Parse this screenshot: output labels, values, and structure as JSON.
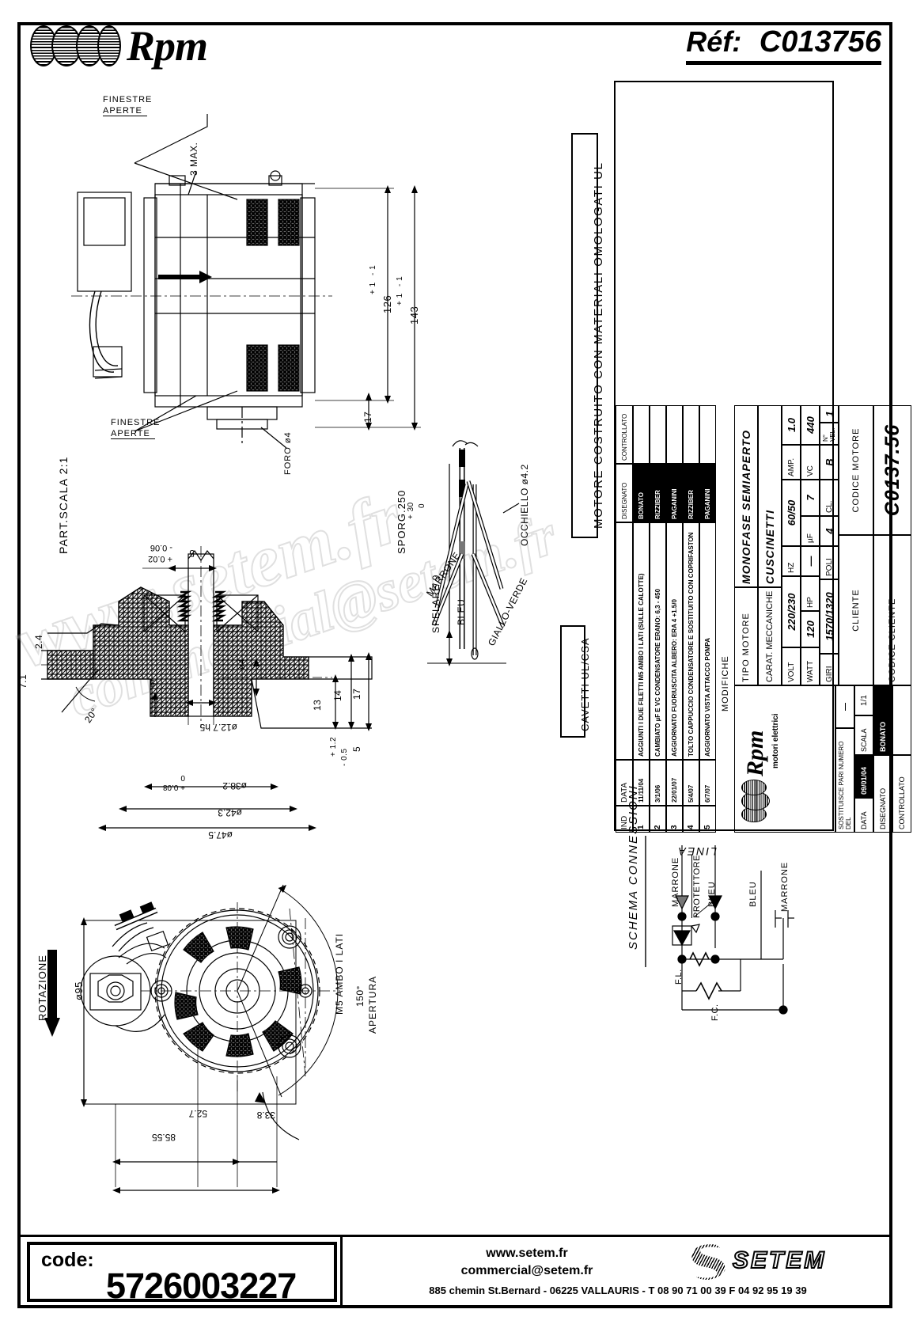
{
  "header": {
    "logo_text": "Rpm",
    "ref_label": "Réf:",
    "ref_value": "C013756"
  },
  "banner": {
    "text": "MOTORE COSTRUITO CON MATERIALI OMOLOGATI UL"
  },
  "cavetti": {
    "text": "CAVETTI UL/CSA"
  },
  "schema": {
    "title": "SCHEMA CONNESSIONI",
    "linea": "LINEA",
    "marrone_1": "MARRONE",
    "protettore": "PROTETTORE",
    "bleu_1": "BLEU",
    "bleu_2": "BLEU",
    "marrone_2": "MARRONE",
    "fl": "F.L.",
    "fc": "F.C."
  },
  "titleblock": {
    "revisions_header": {
      "ind": "IND",
      "data": "DATA",
      "disegnato": "DISEGNATO",
      "controllato": "CONTROLLATO"
    },
    "revisions": [
      {
        "ind": "5",
        "data": "6/7/07",
        "desc": "AGGIORNATO VISTA ATTACCO POMPA",
        "disegnato": "PAGANINI",
        "controllato": ""
      },
      {
        "ind": "4",
        "data": "5/4/07",
        "desc": "TOLTO CAPPUCCIO CONDENSATORE E SOSTITUITO CON COPRIFASTON",
        "disegnato": "RIZZIBER",
        "controllato": ""
      },
      {
        "ind": "3",
        "data": "22/01/07",
        "desc": "AGGIORNATO FUORIUSCITA ALBERO: ERA 4 +1.5/0",
        "disegnato": "PAGANINI",
        "controllato": ""
      },
      {
        "ind": "2",
        "data": "3/1/06",
        "desc": "CAMBIATO µF E VC CONDENSATORE ERANO: 6,3 - 450",
        "disegnato": "RIZZIBER",
        "controllato": ""
      },
      {
        "ind": "1",
        "data": "11/11/04",
        "desc": "AGGIUNTI I DUE FILETTI M5 AMBO I LATI (SULLE CALOTTE)",
        "disegnato": "BONATO",
        "controllato": ""
      }
    ],
    "modifiche_label": "MODIFICHE",
    "tipo_motore_label": "TIPO MOTORE",
    "tipo_motore_value": "MONOFASE SEMIAPERTO",
    "carat_label": "CARAT. MECCANICHE",
    "carat_value": "CUSCINETTI",
    "specs": [
      {
        "label": "VOLT",
        "value": "220/230",
        "label2": "HZ",
        "value2": "60/50",
        "label3": "AMP.",
        "value3": "1.0"
      },
      {
        "label": "WATT",
        "value": "120",
        "label2": "HP",
        "value2": "—",
        "label3": "µF",
        "value3": "7",
        "label4": "VC",
        "value4": "440"
      },
      {
        "label": "GIRI",
        "value": "1570/1320",
        "label2": "POLI",
        "value2": "4",
        "label3": "CL.",
        "value3": "B",
        "label4": "N° VEL.",
        "value4": "1"
      }
    ],
    "cliente_label": "CLIENTE",
    "codice_motore_label": "CODICE MOTORE",
    "codice_motore_value": "C0137.56",
    "codice_cliente_label": "CODICE CLIENTE",
    "rpm_brand": "Rpm",
    "rpm_sub": "motori elettrici",
    "sostituisce_label": "SOSTITUISCE PARI NUMERO DEL",
    "sostituisce_value": "—",
    "scala_label": "SCALA",
    "scala_value": "1/1",
    "data_label": "DATA",
    "data_value": "09/01/04",
    "disegnato_label": "DISEGNATO",
    "disegnato_value": "BONATO",
    "controllato_label": "CONTROLLATO",
    "controllato_value": ""
  },
  "views": {
    "side": {
      "finestre_top": "FINESTRE\nAPERTE",
      "finestre_top_l1": "FINESTRE",
      "finestre_top_l2": "APERTE",
      "finestre_bottom_l1": "FINESTRE",
      "finestre_bottom_l2": "APERTE",
      "max3": "3 MAX.",
      "dim_126": "126",
      "dim_126_tol_plus": "+ 1",
      "dim_126_tol_minus": "- 1",
      "dim_143": "143",
      "dim_143_tol_plus": "+ 1",
      "dim_143_tol_minus": "- 1",
      "dim_17": "17",
      "foro": "FORO ø4"
    },
    "detail": {
      "title": "PART.SCALA 2:1",
      "dim_5_tol": "5",
      "dim_5_tol_plus": "+ 0.02",
      "dim_5_tol_minus": "- 0.06",
      "dim_2_4": "2.4",
      "dim_7_1": "7.1",
      "dim_20deg": "20°",
      "dim_5a": "5",
      "dim_phi4": "ø4",
      "dim_13": "13",
      "dim_14": "14",
      "dim_17": "17",
      "dim_5b": "5",
      "dim_5b_tol_plus": "+ 1.2",
      "dim_5b_tol_minus": "- 0.5",
      "dim_12_7": "ø12.7 h5",
      "dim_38_2": "ø38.2",
      "dim_38_2_tol_plus": "+ 0.08",
      "dim_38_2_tol_minus": "0",
      "dim_42_3": "ø42.3",
      "dim_47_5": "ø47.5"
    },
    "cables": {
      "sporg": "SPORG.250",
      "sporg_tol_plus": "+ 30",
      "sporg_tol_minus": "0",
      "spelare": "SPELARE 9",
      "dim_9": "9",
      "marrone": "MARRONE",
      "bleu": "BLEU",
      "giallo_verde": "GIALLO-VERDE",
      "occhiello": "OCCHIELLO ø4.2"
    },
    "front": {
      "rotazione": "ROTAZIONE",
      "phi95": "ø95",
      "m5": "M5 AMBO I LATI",
      "apertura": "APERTURA",
      "deg150": "150°",
      "dim_85_55": "85.55",
      "dim_52_7": "52.7",
      "dim_33_8": "33.8"
    }
  },
  "footer": {
    "code_label": "code:",
    "code_value": "5726003227",
    "website": "www.setem.fr",
    "email": "commercial@setem.fr",
    "address": "885 chemin St.Bernard  -  06225 VALLAURIS  -  T 08 90 71 00 39   F 04 92 95 19 39",
    "brand": "SETEM"
  },
  "watermark": {
    "line1": "www.setem.fr",
    "line2": "commercial@setem.fr"
  }
}
